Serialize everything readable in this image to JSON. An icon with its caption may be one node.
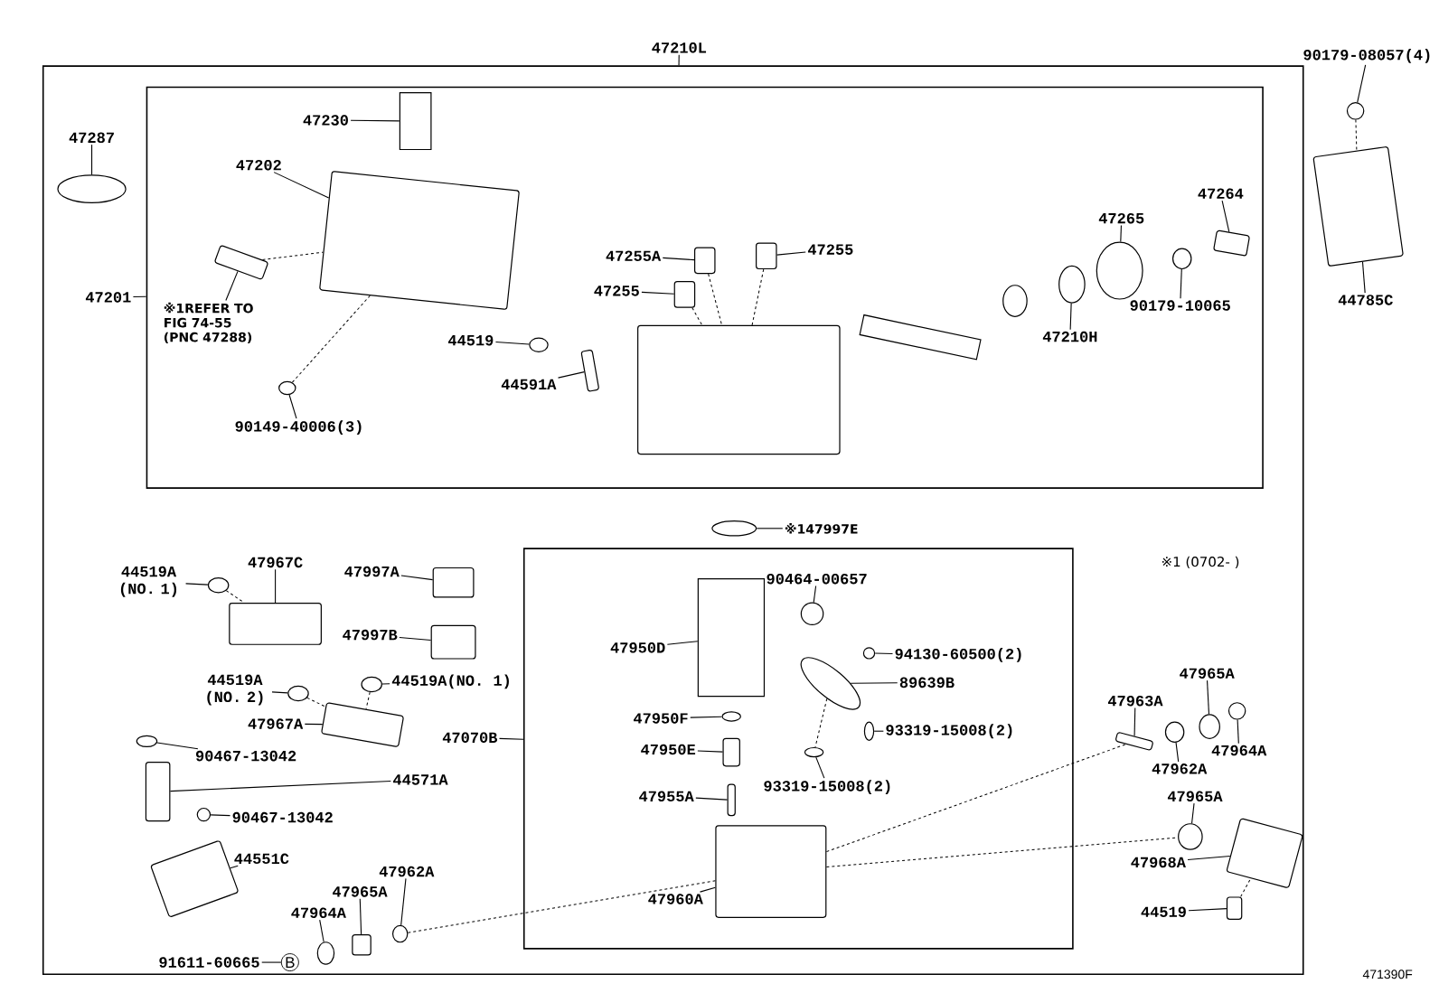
{
  "diagram": {
    "nodes": [
      {
        "text": [],
        "shape": "box"
      },
      {
        "text": [],
        "shape": "box",
        "in": 0
      },
      {
        "text": [],
        "shape": "box",
        "in": 0
      },
      {
        "text": [
          "47210L"
        ]
      },
      {
        "text": [
          "47201"
        ],
        "in": 0
      },
      {
        "text": [
          "47070B"
        ],
        "in": 0
      },
      {
        "text": [
          "47230"
        ],
        "in": 1
      },
      {
        "text": [],
        "shape": "cylinder",
        "in": 1
      },
      {
        "text": [
          "47202"
        ],
        "in": 1
      },
      {
        "text": [],
        "shape": "box",
        "in": 1
      },
      {
        "text": [
          "※1REFER TO FIG 74-55 (PNC 47288)"
        ],
        "in": 1
      },
      {
        "text": [],
        "shape": "box",
        "in": 1
      },
      {
        "text": [
          "90149-40006(3)"
        ],
        "in": 1
      },
      {
        "text": [],
        "shape": "circle",
        "in": 1
      },
      {
        "text": [
          "44519"
        ],
        "in": 1
      },
      {
        "text": [],
        "shape": "circle",
        "in": 1
      },
      {
        "text": [
          "44591A"
        ],
        "in": 1
      },
      {
        "text": [],
        "shape": "box",
        "in": 1
      },
      {
        "text": [
          "47255A"
        ],
        "in": 1
      },
      {
        "text": [],
        "shape": "box",
        "in": 1
      },
      {
        "text": [
          "47255"
        ],
        "in": 1
      },
      {
        "text": [],
        "shape": "box",
        "in": 1
      },
      {
        "text": [
          "47255"
        ],
        "in": 1
      },
      {
        "text": [],
        "shape": "box",
        "in": 1
      },
      {
        "text": [],
        "shape": "box",
        "in": 1
      },
      {
        "text": [
          "47210H"
        ],
        "in": 1
      },
      {
        "text": [],
        "shape": "circle",
        "in": 1
      },
      {
        "text": [
          "47265"
        ],
        "in": 1
      },
      {
        "text": [],
        "shape": "circle",
        "in": 1
      },
      {
        "text": [
          "90179-10065"
        ],
        "in": 1
      },
      {
        "text": [],
        "shape": "circle",
        "in": 1
      },
      {
        "text": [
          "47264"
        ],
        "in": 1
      },
      {
        "text": [],
        "shape": "box",
        "in": 1
      },
      {
        "text": [
          "90179-08057(4)"
        ]
      },
      {
        "text": [],
        "shape": "circle"
      },
      {
        "text": [],
        "shape": "box"
      },
      {
        "text": [
          "44785C"
        ]
      },
      {
        "text": [
          "47287"
        ],
        "in": 0
      },
      {
        "text": [],
        "shape": "circle",
        "in": 0
      },
      {
        "text": [
          "44519A (NO. 1)"
        ],
        "in": 0
      },
      {
        "text": [],
        "shape": "circle",
        "in": 0
      },
      {
        "text": [
          "47967C"
        ],
        "in": 0
      },
      {
        "text": [],
        "shape": "box",
        "in": 0
      },
      {
        "text": [
          "47997A"
        ],
        "in": 0
      },
      {
        "text": [],
        "shape": "box",
        "in": 0
      },
      {
        "text": [
          "47997B"
        ],
        "in": 0
      },
      {
        "text": [],
        "shape": "box",
        "in": 0
      },
      {
        "text": [
          "44519A (NO. 2)"
        ],
        "in": 0
      },
      {
        "text": [],
        "shape": "circle",
        "in": 0
      },
      {
        "text": [
          "44519A(NO. 1)"
        ],
        "in": 0
      },
      {
        "text": [],
        "shape": "circle",
        "in": 0
      },
      {
        "text": [
          "47967A"
        ],
        "in": 0
      },
      {
        "text": [],
        "shape": "box",
        "in": 0
      },
      {
        "text": [
          "90467-13042"
        ],
        "in": 0
      },
      {
        "text": [],
        "shape": "circle",
        "in": 0
      },
      {
        "text": [
          "44571A"
        ],
        "in": 0
      },
      {
        "text": [],
        "shape": "box",
        "in": 0
      },
      {
        "text": [
          "90467-13042"
        ],
        "in": 0
      },
      {
        "text": [],
        "shape": "circle",
        "in": 0
      },
      {
        "text": [
          "44551C"
        ],
        "in": 0
      },
      {
        "text": [],
        "shape": "box",
        "in": 0
      },
      {
        "text": [
          "47962A"
        ],
        "in": 0
      },
      {
        "text": [],
        "shape": "circle",
        "in": 0
      },
      {
        "text": [
          "47965A"
        ],
        "in": 0
      },
      {
        "text": [],
        "shape": "box",
        "in": 0
      },
      {
        "text": [
          "47964A"
        ],
        "in": 0
      },
      {
        "text": [],
        "shape": "circle",
        "in": 0
      },
      {
        "text": [
          "91611-60665"
        ],
        "in": 0
      },
      {
        "text": [
          "B"
        ],
        "in": 0
      },
      {
        "text": [
          "※147997E"
        ],
        "in": 0
      },
      {
        "text": [],
        "shape": "circle",
        "in": 0
      },
      {
        "text": [
          "90464-00657"
        ],
        "in": 2
      },
      {
        "text": [],
        "shape": "circle",
        "in": 2
      },
      {
        "text": [
          "47950D"
        ],
        "in": 2
      },
      {
        "text": [],
        "shape": "cylinder",
        "in": 2
      },
      {
        "text": [
          "94130-60500(2)"
        ],
        "in": 2
      },
      {
        "text": [],
        "shape": "circle",
        "in": 2
      },
      {
        "text": [
          "89639B"
        ],
        "in": 2
      },
      {
        "text": [],
        "shape": "circle",
        "in": 2
      },
      {
        "text": [
          "47950F"
        ],
        "in": 2
      },
      {
        "text": [],
        "shape": "circle",
        "in": 2
      },
      {
        "text": [
          "93319-15008(2)"
        ],
        "in": 2
      },
      {
        "text": [],
        "shape": "circle",
        "in": 2
      },
      {
        "text": [
          "47950E"
        ],
        "in": 2
      },
      {
        "text": [],
        "shape": "box",
        "in": 2
      },
      {
        "text": [
          "93319-15008(2)"
        ],
        "in": 2
      },
      {
        "text": [],
        "shape": "circle",
        "in": 2
      },
      {
        "text": [
          "47955A"
        ],
        "in": 2
      },
      {
        "text": [],
        "shape": "box",
        "in": 2
      },
      {
        "text": [
          "47960A"
        ],
        "in": 2
      },
      {
        "text": [],
        "shape": "box",
        "in": 2
      },
      {
        "text": [
          "47965A"
        ],
        "in": 0
      },
      {
        "text": [],
        "shape": "circle",
        "in": 0
      },
      {
        "text": [
          "47963A"
        ],
        "in": 0
      },
      {
        "text": [],
        "shape": "box",
        "in": 0
      },
      {
        "text": [
          "47962A"
        ],
        "in": 0
      },
      {
        "text": [],
        "shape": "circle",
        "in": 0
      },
      {
        "text": [
          "47964A"
        ],
        "in": 0
      },
      {
        "text": [],
        "shape": "circle",
        "in": 0
      },
      {
        "text": [
          "47965A"
        ],
        "in": 0
      },
      {
        "text": [],
        "shape": "circle",
        "in": 0
      },
      {
        "text": [
          "47968A"
        ],
        "in": 0
      },
      {
        "text": [],
        "shape": "box",
        "in": 0
      },
      {
        "text": [
          "44519"
        ],
        "in": 0
      },
      {
        "text": [],
        "shape": "box",
        "in": 0
      }
    ],
    "edges": [
      {
        "from": 3,
        "to": 0,
        "arrow": "none"
      },
      {
        "from": 4,
        "to": 1,
        "arrow": "none"
      },
      {
        "from": 5,
        "to": 2,
        "arrow": "none"
      },
      {
        "from": 6,
        "to": 7,
        "arrow": "none"
      },
      {
        "from": 8,
        "to": 9,
        "arrow": "none"
      },
      {
        "from": 10,
        "to": 11,
        "arrow": "none"
      },
      {
        "from": 12,
        "to": 13,
        "arrow": "none"
      },
      {
        "from": 14,
        "to": 15,
        "arrow": "none"
      },
      {
        "from": 16,
        "to": 17,
        "arrow": "none"
      },
      {
        "from": 18,
        "to": 19,
        "arrow": "none"
      },
      {
        "from": 20,
        "to": 21,
        "arrow": "none"
      },
      {
        "from": 22,
        "to": 23,
        "arrow": "none"
      },
      {
        "from": 25,
        "to": 26,
        "arrow": "none"
      },
      {
        "from": 27,
        "to": 28,
        "arrow": "none"
      },
      {
        "from": 29,
        "to": 30,
        "arrow": "none"
      },
      {
        "from": 31,
        "to": 32,
        "arrow": "none"
      },
      {
        "from": 33,
        "to": 34,
        "arrow": "none"
      },
      {
        "from": 36,
        "to": 35,
        "arrow": "none"
      },
      {
        "from": 37,
        "to": 38,
        "arrow": "none"
      },
      {
        "from": 39,
        "to": 40,
        "arrow": "none"
      },
      {
        "from": 41,
        "to": 42,
        "arrow": "none"
      },
      {
        "from": 43,
        "to": 44,
        "arrow": "none"
      },
      {
        "from": 45,
        "to": 46,
        "arrow": "none"
      },
      {
        "from": 47,
        "to": 48,
        "arrow": "none"
      },
      {
        "from": 49,
        "to": 50,
        "arrow": "none"
      },
      {
        "from": 51,
        "to": 52,
        "arrow": "none"
      },
      {
        "from": 53,
        "to": 54,
        "arrow": "none"
      },
      {
        "from": 55,
        "to": 56,
        "arrow": "none"
      },
      {
        "from": 57,
        "to": 58,
        "arrow": "none"
      },
      {
        "from": 59,
        "to": 60,
        "arrow": "none"
      },
      {
        "from": 61,
        "to": 62,
        "arrow": "none"
      },
      {
        "from": 63,
        "to": 64,
        "arrow": "none"
      },
      {
        "from": 65,
        "to": 66,
        "arrow": "none"
      },
      {
        "from": 67,
        "to": 68,
        "arrow": "none"
      },
      {
        "from": 69,
        "to": 70,
        "arrow": "none"
      },
      {
        "from": 71,
        "to": 72,
        "arrow": "none"
      },
      {
        "from": 73,
        "to": 74,
        "arrow": "none"
      },
      {
        "from": 75,
        "to": 76,
        "arrow": "none"
      },
      {
        "from": 77,
        "to": 78,
        "arrow": "none"
      },
      {
        "from": 79,
        "to": 80,
        "arrow": "none"
      },
      {
        "from": 81,
        "to": 82,
        "arrow": "none"
      },
      {
        "from": 83,
        "to": 84,
        "arrow": "none"
      },
      {
        "from": 85,
        "to": 86,
        "arrow": "none"
      },
      {
        "from": 87,
        "to": 88,
        "arrow": "none"
      },
      {
        "from": 89,
        "to": 90,
        "arrow": "none"
      },
      {
        "from": 91,
        "to": 92,
        "arrow": "none"
      },
      {
        "from": 93,
        "to": 94,
        "arrow": "none"
      },
      {
        "from": 95,
        "to": 96,
        "arrow": "none"
      },
      {
        "from": 97,
        "to": 98,
        "arrow": "none"
      },
      {
        "from": 99,
        "to": 100,
        "arrow": "none"
      },
      {
        "from": 101,
        "to": 102,
        "arrow": "none"
      },
      {
        "from": 103,
        "to": 104,
        "arrow": "none"
      },
      {
        "from": 13,
        "to": 9,
        "arrow": "none",
        "style": "dashed"
      },
      {
        "from": 11,
        "to": 9,
        "arrow": "none",
        "style": "dashed"
      },
      {
        "from": 19,
        "to": 24,
        "arrow": "none",
        "style": "dashed"
      },
      {
        "from": 21,
        "to": 24,
        "arrow": "none",
        "style": "dashed"
      },
      {
        "from": 23,
        "to": 24,
        "arrow": "none",
        "style": "dashed"
      },
      {
        "from": 34,
        "to": 35,
        "arrow": "none",
        "style": "dashed"
      },
      {
        "from": 40,
        "to": 42,
        "arrow": "none",
        "style": "dashed"
      },
      {
        "from": 48,
        "to": 52,
        "arrow": "none",
        "style": "dashed"
      },
      {
        "from": 50,
        "to": 52,
        "arrow": "none",
        "style": "dashed"
      },
      {
        "from": 62,
        "to": 90,
        "arrow": "none",
        "style": "dashed"
      },
      {
        "from": 90,
        "to": 94,
        "arrow": "none",
        "style": "dashed"
      },
      {
        "from": 90,
        "to": 100,
        "arrow": "none",
        "style": "dashed"
      },
      {
        "from": 104,
        "to": 102,
        "arrow": "none",
        "style": "dashed"
      },
      {
        "from": 78,
        "to": 86,
        "arrow": "none",
        "style": "dashed"
      }
    ],
    "labels": [
      "※1 (0702- )",
      "471390F"
    ]
  }
}
